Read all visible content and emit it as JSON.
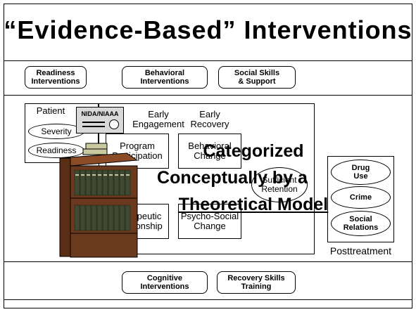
{
  "title": "“Evidence-Based” Interventions",
  "top_pills": [
    "Readiness\nInterventions",
    "Behavioral\nInterventions",
    "Social Skills\n& Support"
  ],
  "bottom_pills": [
    "Cognitive\nInterventions",
    "Recovery Skills\nTraining"
  ],
  "patient": {
    "label": "Patient",
    "severity": "Severity",
    "readiness": "Readiness"
  },
  "badge": "NIDA/NIAAA",
  "early_engagement": "Early\nEngagement",
  "early_recovery": "Early\nRecovery",
  "program_participation": "Program\nParticipation",
  "behavioral_change": "Behavioral\nChange",
  "therapeutic_relationship": "Therapeutic\nRelationship",
  "psycho_social_change": "Psycho-Social\nChange",
  "sufficient_retention": "Sufficient\nRetention",
  "outcomes": [
    "Drug\nUse",
    "Crime",
    "Social\nRelations"
  ],
  "posttreatment": "Posttreatment",
  "overlay": [
    "Categorized",
    "Conceptually by a",
    "Theoretical Model"
  ],
  "colors": {
    "book_shelf": "#6b3a1e",
    "book_spine": "#3f4a30",
    "book_light": "#c9c9a0"
  }
}
